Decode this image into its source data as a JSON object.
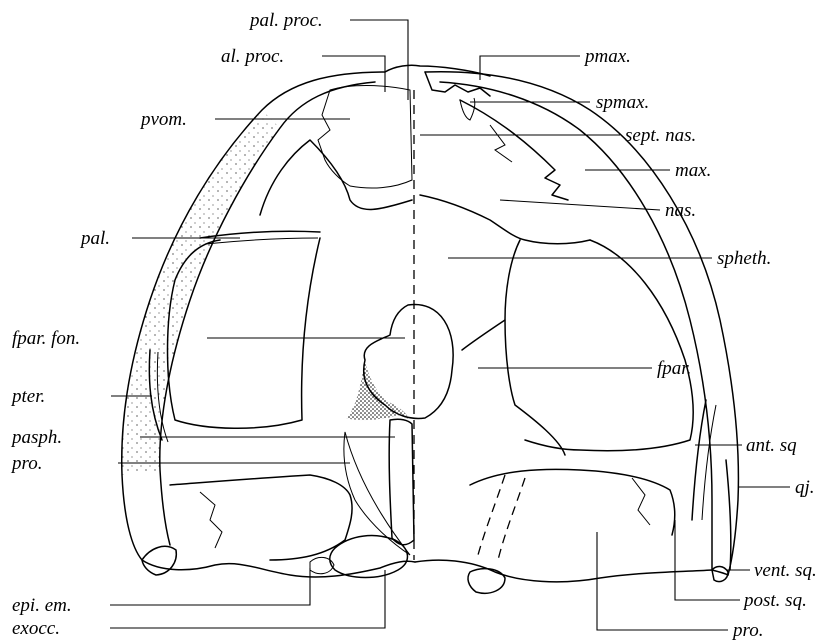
{
  "figure": {
    "labels": {
      "pal_proc": "pal. proc.",
      "al_proc": "al. proc.",
      "pvom": "pvom.",
      "pal": "pal.",
      "fpar_fon": "fpar. fon.",
      "pter": "pter.",
      "pasph": "pasph.",
      "pro_left": "pro.",
      "epi_em": "epi. em.",
      "exocc": "exocc.",
      "pmax": "pmax.",
      "spmax": "spmax.",
      "sept_nas": "sept. nas.",
      "max": "max.",
      "nas": "nas.",
      "spheth": "spheth.",
      "fpar": "fpar.",
      "ant_sq": "ant. sq",
      "qj": "qj.",
      "vent_sq": "vent. sq.",
      "post_sq": "post. sq.",
      "pro_right": "pro."
    }
  }
}
